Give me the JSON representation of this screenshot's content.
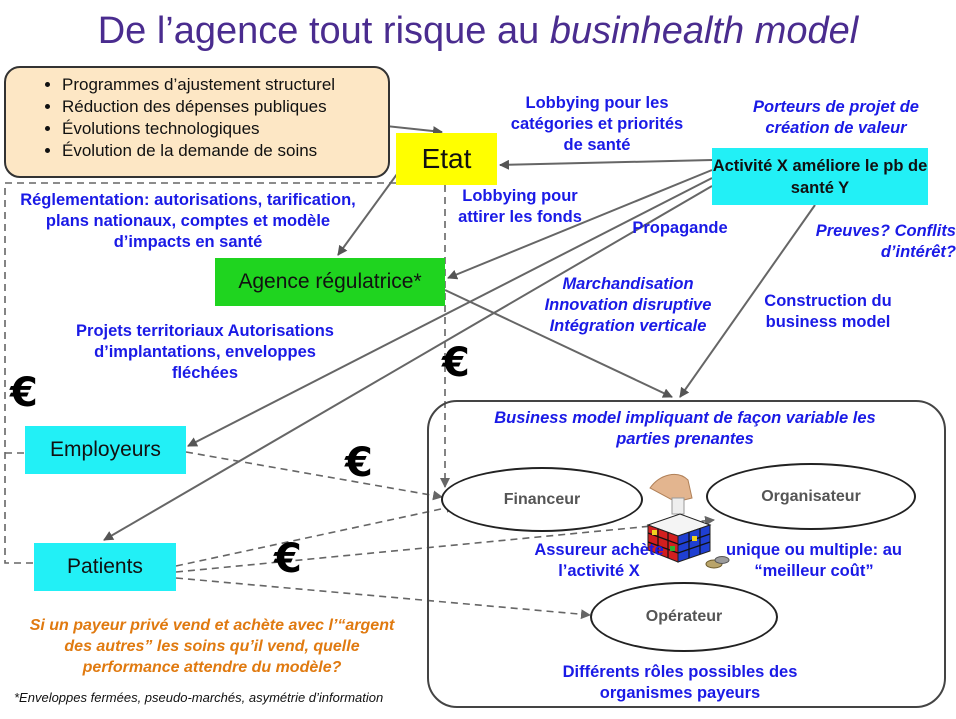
{
  "title": {
    "prefix": "De l’agence tout risque au ",
    "italic": "businhealth model"
  },
  "bullets": [
    "Programmes d’ajustement structurel",
    "Réduction des dépenses publiques",
    "Évolutions technologiques",
    "Évolution de la demande de soins"
  ],
  "nodes": {
    "etat": "Etat",
    "agence": "Agence régulatrice*",
    "activite": "Activité X améliore le pb de santé Y",
    "employeurs": "Employeurs",
    "patients": "Patients",
    "financeur": "Financeur",
    "organisateur": "Organisateur",
    "operateur": "Opérateur"
  },
  "labels": {
    "lobbying_categories": "Lobbying pour les catégories et priorités de santé",
    "porteurs": "Porteurs de projet de création de valeur",
    "lobbying_fonds": "Lobbying pour attirer les fonds",
    "reglementation": "Réglementation: autorisations, tarification, plans nationaux, comptes et modèle d’impacts en santé",
    "propagande": "Propagande",
    "preuves": "Preuves? Conflits d’intérêt?",
    "marchandisation": "Marchandisation Innovation disruptive Intégration verticale",
    "construction": "Construction du business model",
    "projets": "Projets territoriaux Autorisations d’implantations, enveloppes fléchées",
    "business_model": "Business model impliquant de façon variable les parties prenantes",
    "assureur": "Assureur achète l’activité X",
    "unique": "unique ou multiple: au “meilleur coût”",
    "question": "Si un payeur privé vend et achète avec l’“argent des autres” les soins qu’il vend, quelle performance attendre du modèle?",
    "roles": "Différents rôles possibles des organismes payeurs",
    "footnote": "*Enveloppes fermées, pseudo-marchés, asymétrie d’information",
    "euro": "€"
  },
  "colors": {
    "etat": "#ffff00",
    "agence": "#1fd41f",
    "cyan": "#22f0f6",
    "blue_text": "#1a1ae6",
    "orange_text": "#e07a10",
    "title": "#4a2c8f"
  }
}
